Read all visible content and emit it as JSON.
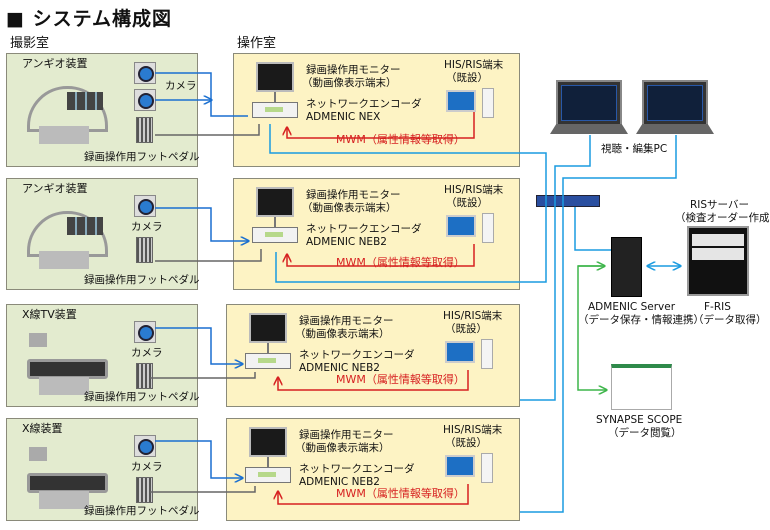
{
  "title": "■ システム構成図",
  "rooms": {
    "imaging": "撮影室",
    "operation": "操作室"
  },
  "rows": [
    {
      "device": "アンギオ装置",
      "camera": "カメラ",
      "pedal": "録画操作用フットペダル",
      "monitor_l1": "録画操作用モニター",
      "monitor_l2": "（動画像表示端末）",
      "encoder_l1": "ネットワークエンコーダ",
      "encoder_l2": "ADMENIC NEX",
      "his_l1": "HIS/RIS端末",
      "his_l2": "（既設）",
      "mwm": "MWM（属性情報等取得）"
    },
    {
      "device": "アンギオ装置",
      "camera": "カメラ",
      "pedal": "録画操作用フットペダル",
      "monitor_l1": "録画操作用モニター",
      "monitor_l2": "（動画像表示端末）",
      "encoder_l1": "ネットワークエンコーダ",
      "encoder_l2": "ADMENIC NEB2",
      "his_l1": "HIS/RIS端末",
      "his_l2": "（既設）",
      "mwm": "MWM（属性情報等取得）"
    },
    {
      "device": "X線TV装置",
      "camera": "カメラ",
      "pedal": "録画操作用フットペダル",
      "monitor_l1": "録画操作用モニター",
      "monitor_l2": "（動画像表示端末）",
      "encoder_l1": "ネットワークエンコーダ",
      "encoder_l2": "ADMENIC NEB2",
      "his_l1": "HIS/RIS端末",
      "his_l2": "（既設）",
      "mwm": "MWM（属性情報等取得）"
    },
    {
      "device": "X線装置",
      "camera": "カメラ",
      "pedal": "録画操作用フットペダル",
      "monitor_l1": "録画操作用モニター",
      "monitor_l2": "（動画像表示端末）",
      "encoder_l1": "ネットワークエンコーダ",
      "encoder_l2": "ADMENIC NEB2",
      "his_l1": "HIS/RIS端末",
      "his_l2": "（既設）",
      "mwm": "MWM（属性情報等取得）"
    }
  ],
  "right": {
    "pc_label": "視聴・編集PC",
    "ris_l1": "RISサーバー",
    "ris_l2": "（検査オーダー作成）",
    "server_l1": "ADMENIC Server",
    "server_l2": "（データ保存・情報連携）",
    "fris_l1": "F-RIS",
    "fris_l2": "（データ取得）",
    "scope_l1": "SYNAPSE SCOPE",
    "scope_l2": "（データ閲覧）"
  },
  "colors": {
    "network": "#1a9be0",
    "mwm": "#d62020",
    "scope_link": "#3db54a",
    "imaging_room": "#e3ebcf",
    "operation_room": "#fdf3c4"
  }
}
